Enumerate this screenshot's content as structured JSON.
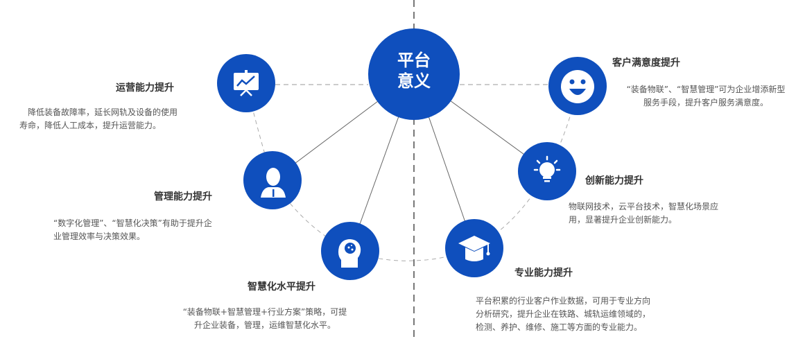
{
  "colors": {
    "accent": "#0f4fbd",
    "line": "#888888"
  },
  "center": {
    "line1": "平台",
    "line2": "意义"
  },
  "nodes": [
    {
      "icon": "presentation-chart-icon",
      "title": "运营能力提升",
      "desc": [
        "降低装备故障率，延长网轨及设备的使用",
        "寿命，降低人工成本，提升运营能力。"
      ]
    },
    {
      "icon": "user-icon",
      "title": "管理能力提升",
      "desc": [
        "“数字化管理”、“智慧化决策”有助于提升企",
        "业管理效率与决策效果。"
      ]
    },
    {
      "icon": "brain-head-icon",
      "title": "智慧化水平提升",
      "desc": [
        "“装备物联+智慧管理+行业方案”策略，可提",
        "升企业装备，管理，运维智慧化水平。"
      ]
    },
    {
      "icon": "graduation-cap-icon",
      "title": "专业能力提升",
      "desc": [
        "平台积累的行业客户作业数据，可用于专业方向",
        "分析研究，提升企业在铁路、城轨运维领域的，",
        "检测、养护、维修、施工等方面的专业能力。"
      ]
    },
    {
      "icon": "lightbulb-icon",
      "title": "创新能力提升",
      "desc": [
        "物联网技术，云平台技术，智慧化场景应",
        "用，显著提升企业创新能力。"
      ]
    },
    {
      "icon": "smiley-icon",
      "title": "客户满意度提升",
      "desc": [
        "“装备物联”、“智慧管理”可为企业增添新型",
        "服务手段，提升客户服务满意度。"
      ]
    }
  ]
}
